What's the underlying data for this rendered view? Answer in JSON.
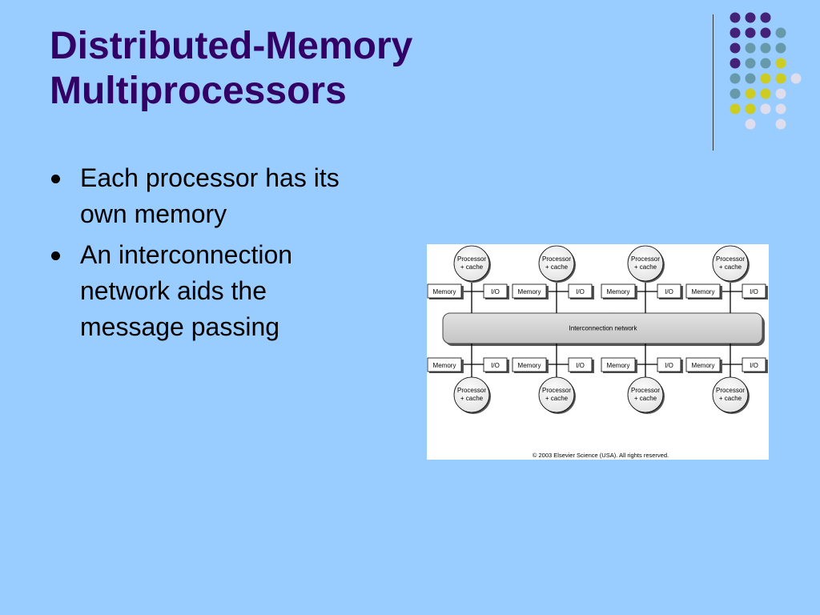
{
  "slide": {
    "title_lines": [
      "Distributed-Memory",
      "Multiprocessors"
    ],
    "bullets": [
      [
        "Each processor has its",
        "own memory"
      ],
      [
        "An interconnection",
        "network aids the",
        "message passing"
      ]
    ]
  },
  "figure": {
    "processor_label_lines": [
      "Processor",
      "+ cache"
    ],
    "memory_label": "Memory",
    "io_label": "I/O",
    "network_label": "Interconnection network",
    "copyright": "© 2003 Elsevier Science (USA). All rights reserved."
  },
  "colors": {
    "background": "#99ccff",
    "title": "#330066",
    "dot_purple": "#442277",
    "dot_teal": "#6699aa",
    "dot_yellow": "#cccc22",
    "dot_lilac": "#ddddee"
  }
}
